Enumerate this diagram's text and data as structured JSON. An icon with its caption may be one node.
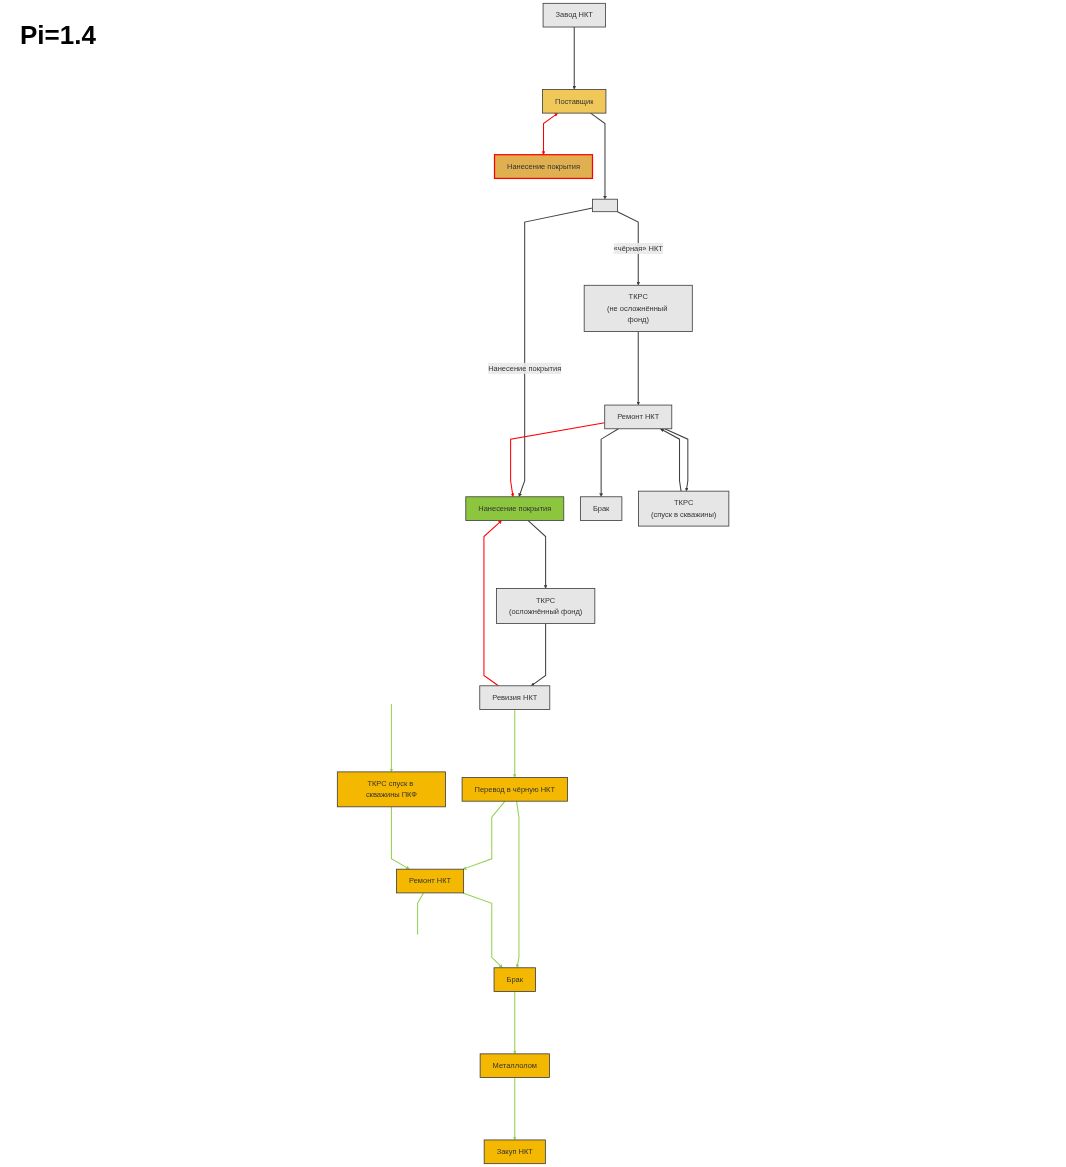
{
  "diagram": {
    "nodes": [
      {
        "text": [
          "Завод НКТ"
        ]
      },
      {
        "text": [
          "Поставщик"
        ]
      },
      {
        "text": [
          "Нанесение покрытия"
        ]
      },
      {
        "text": [],
        "shape": "box"
      },
      {
        "text": [
          "Нанесение покрытия"
        ]
      },
      {
        "text": [
          "ТКРС",
          "(не осложнённый фонд)"
        ]
      },
      {
        "text": [
          "ТКРС",
          "(осложнённый фонд)"
        ]
      },
      {
        "text": [
          "Брак"
        ]
      },
      {
        "text": [
          "Ремонт НКТ"
        ]
      },
      {
        "text": [
          "Ревизия НКТ"
        ]
      },
      {
        "text": [
          "ТКРС",
          "(спуск в скважины)"
        ]
      },
      {
        "text": [
          "Перевод в чёрную НКТ"
        ]
      },
      {
        "text": [
          "Закуп НКТ"
        ]
      },
      {
        "text": [
          "Металлолом"
        ]
      },
      {
        "text": [
          "Брак"
        ]
      },
      {
        "text": [
          "Ремонт НКТ"
        ]
      },
      {
        "text": [
          "ТКРС спуск в скважины ПКФ"
        ]
      }
    ],
    "edges": [
      {
        "from": 0,
        "to": 1,
        "arrow": "to"
      },
      {
        "from": 1,
        "to": 2,
        "arrow": "both",
        "color": "#ff0000"
      },
      {
        "from": 1,
        "to": 3,
        "arrow": "to"
      },
      {
        "from": 3,
        "to": 4,
        "arrow": "to",
        "label": "Нанесение покрытия"
      },
      {
        "from": 3,
        "to": 5,
        "arrow": "to",
        "label": "«чёрная» НКТ"
      },
      {
        "from": 4,
        "to": 6,
        "arrow": "to"
      },
      {
        "from": 5,
        "to": 8,
        "arrow": "to"
      },
      {
        "from": 8,
        "to": 7,
        "arrow": "to"
      },
      {
        "from": 8,
        "to": 10,
        "arrow": "to"
      },
      {
        "from": 10,
        "to": 8,
        "arrow": "to"
      },
      {
        "from": 8,
        "to": 4,
        "arrow": "to",
        "color": "#ff0000"
      },
      {
        "from": 6,
        "to": 9,
        "arrow": "to"
      },
      {
        "from": 9,
        "to": 4,
        "arrow": "to",
        "color": "#ff0000"
      },
      {
        "from": 9,
        "to": 11,
        "arrow": "to",
        "color": "#92d050"
      },
      {
        "from": 11,
        "to": 14,
        "arrow": "to",
        "color": "#92d050"
      },
      {
        "from": 11,
        "to": 15,
        "arrow": "to",
        "color": "#92d050"
      },
      {
        "from": 15,
        "to": 14,
        "arrow": "to",
        "color": "#92d050"
      },
      {
        "from": 14,
        "to": 13,
        "arrow": "to",
        "color": "#92d050"
      },
      {
        "from": 13,
        "to": 12,
        "arrow": "to",
        "color": "#92d050"
      },
      {
        "from": 16,
        "to": 15,
        "arrow": "to",
        "color": "#92d050"
      },
      {
        "from": 15,
        "to": null,
        "arrow": "none",
        "color": "#92d050"
      },
      {
        "from": null,
        "to": 16,
        "arrow": "to",
        "color": "#92d050"
      }
    ],
    "labels": [
      "Pi=1.4"
    ]
  }
}
